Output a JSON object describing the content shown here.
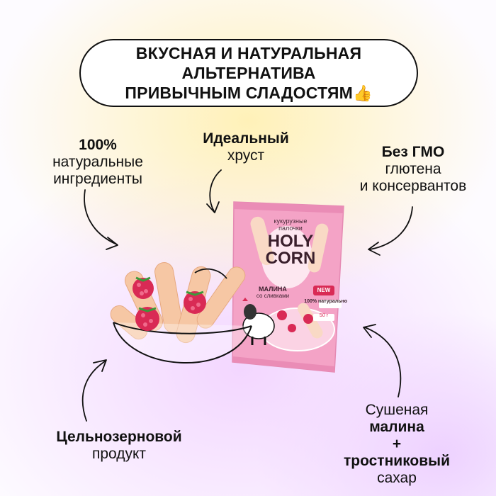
{
  "headline": {
    "line1": "ВКУСНАЯ И НАТУРАЛЬНАЯ",
    "line2": "АЛЬТЕРНАТИВА",
    "line3": "ПРИВЫЧНЫМ СЛАДОСТЯМ",
    "emoji": "👍"
  },
  "features": {
    "natural": {
      "bold": "100%",
      "line1": "натуральные",
      "line2": "ингредиенты"
    },
    "crunch": {
      "bold": "Идеальный",
      "line1": "хруст"
    },
    "no_gmo": {
      "bold": "Без ГМО",
      "line1": "глютена",
      "line2": "и консервантов"
    },
    "whole_grain": {
      "bold": "Цельнозерновой",
      "line1": "продукт"
    },
    "ingredients": {
      "pre": "Сушеная ",
      "bold1": "малина",
      "plus": "+",
      "bold2": "тростниковый",
      "line3": "сахар"
    }
  },
  "package": {
    "subtitle_line1": "кукурузные",
    "subtitle_line2": "палочки",
    "brand_line1": "HOLY",
    "brand_line2": "CORN",
    "flavor_line1": "МАЛИНА",
    "flavor_line2": "со сливками",
    "badge_new": "NEW",
    "badge_natural": "100% натурально",
    "weight": "50 г"
  },
  "colors": {
    "package_pink": "#f4a3c6",
    "package_light": "#fbd3e4",
    "stick_color": "#f6c7a4",
    "raspberry": "#d92a55"
  }
}
